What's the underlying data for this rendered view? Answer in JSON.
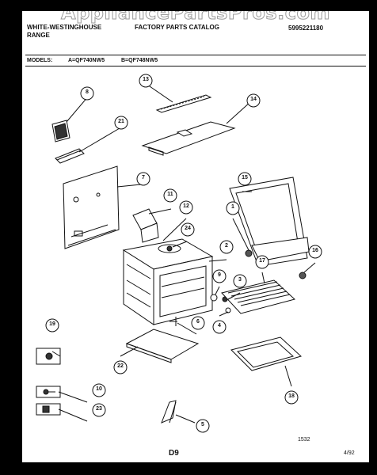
{
  "watermark": "AppliancePartsPros.com",
  "header": {
    "brand_line1": "WHITE-WESTINGHOUSE",
    "brand_line2": "RANGE",
    "catalog_title": "FACTORY PARTS CATALOG",
    "catalog_number": "5995221180"
  },
  "models": {
    "label": "MODELS:",
    "model_a": "A=QF740NW5",
    "model_b": "B=QF748NW5"
  },
  "callouts": [
    "13",
    "8",
    "14",
    "21",
    "7",
    "15",
    "11",
    "1",
    "12",
    "24",
    "2",
    "17",
    "16",
    "9",
    "3",
    "6",
    "4",
    "19",
    "22",
    "18",
    "10",
    "23",
    "5"
  ],
  "footer": {
    "diagram_number": "1532",
    "page_code": "D9",
    "date": "4/92"
  }
}
